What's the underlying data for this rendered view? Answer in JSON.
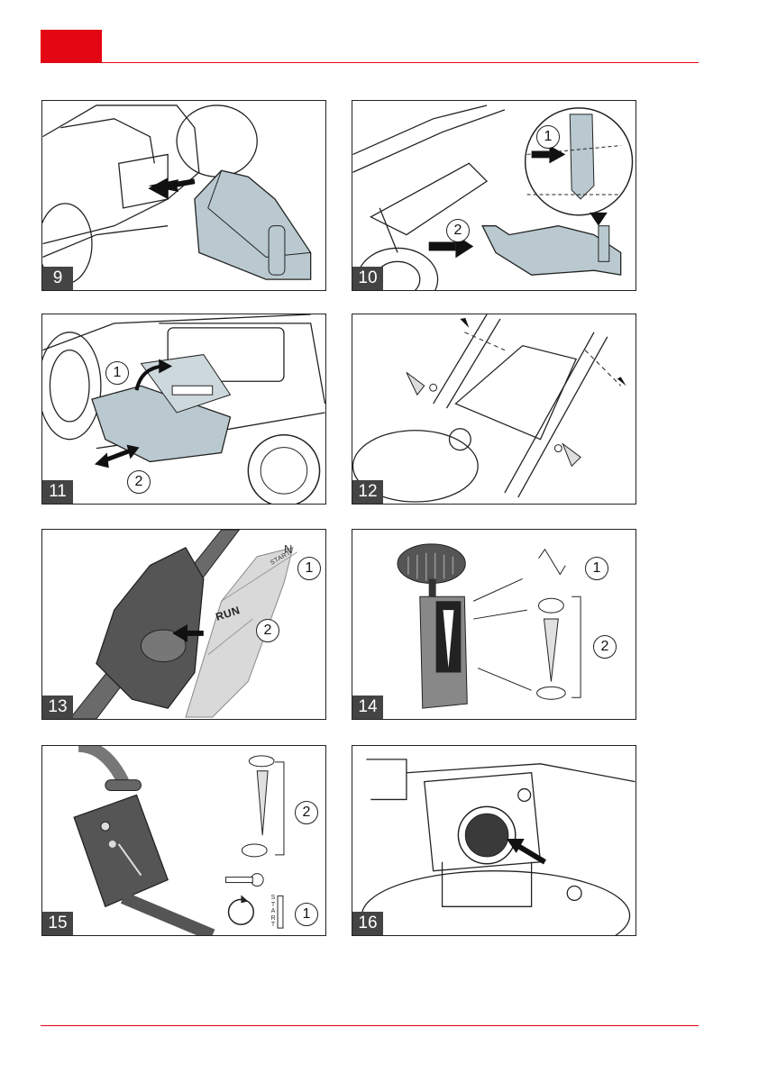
{
  "figures": [
    {
      "number": "9"
    },
    {
      "number": "10",
      "callouts": [
        "1",
        "2"
      ]
    },
    {
      "number": "11",
      "callouts": [
        "1",
        "2"
      ]
    },
    {
      "number": "12"
    },
    {
      "number": "13",
      "callouts": [
        "1",
        "2"
      ],
      "texts": {
        "run": "RUN",
        "start": "START",
        "n": "N"
      }
    },
    {
      "number": "14",
      "callouts": [
        "1",
        "2"
      ]
    },
    {
      "number": "15",
      "callouts": [
        "2",
        "1"
      ],
      "texts": {
        "start": "START"
      }
    },
    {
      "number": "16"
    }
  ],
  "colors": {
    "accent": "#e30613",
    "label_bg": "#444444",
    "part_fill": "#b9c9cf"
  }
}
